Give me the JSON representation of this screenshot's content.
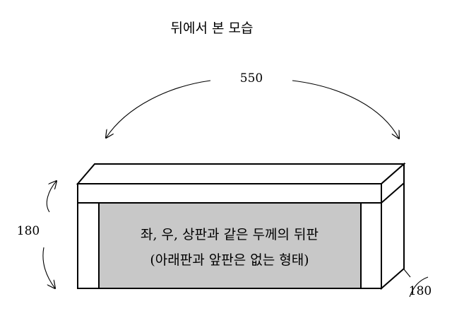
{
  "diagram": {
    "title": "뒤에서 본 모습",
    "dimensions": {
      "width": "550",
      "height": "180",
      "depth": "180"
    },
    "panel_note": {
      "line1": "좌, 우, 상판과 같은 두께의 뒤판",
      "line2": "(아래판과 앞판은 없는 형태)"
    },
    "colors": {
      "stroke": "#000000",
      "panel_fill": "#c8c8c8",
      "background": "#ffffff"
    }
  }
}
